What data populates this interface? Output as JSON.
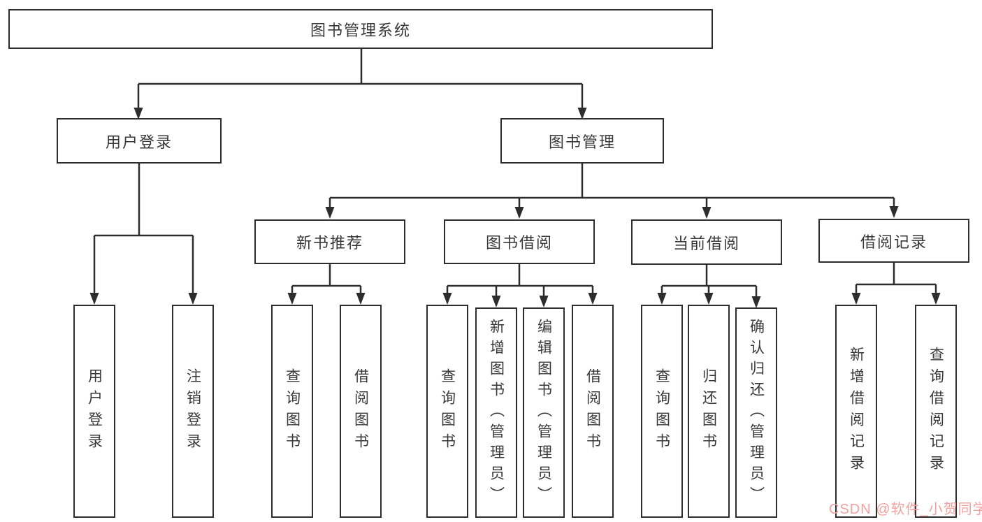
{
  "diagram": {
    "root": {
      "label": "图书管理系统"
    },
    "level2": [
      {
        "label": "用户登录"
      },
      {
        "label": "图书管理"
      }
    ],
    "level3": [
      {
        "label": "新书推荐"
      },
      {
        "label": "图书借阅"
      },
      {
        "label": "当前借阅"
      },
      {
        "label": "借阅记录"
      }
    ],
    "leaves": [
      {
        "label": "用户登录",
        "parent": "用户登录"
      },
      {
        "label": "注销登录",
        "parent": "用户登录"
      },
      {
        "label": "查询图书",
        "parent": "新书推荐"
      },
      {
        "label": "借阅图书",
        "parent": "新书推荐"
      },
      {
        "label": "查询图书",
        "parent": "图书借阅"
      },
      {
        "label": "新增图书（管理员）",
        "parent": "图书借阅"
      },
      {
        "label": "编辑图书（管理员）",
        "parent": "图书借阅"
      },
      {
        "label": "借阅图书",
        "parent": "图书借阅"
      },
      {
        "label": "查询图书",
        "parent": "当前借阅"
      },
      {
        "label": "归还图书",
        "parent": "当前借阅"
      },
      {
        "label": "确认归还（管理员）",
        "parent": "当前借阅"
      },
      {
        "label": "新增借阅记录",
        "parent": "借阅记录"
      },
      {
        "label": "查询借阅记录",
        "parent": "借阅记录"
      }
    ]
  },
  "watermark": {
    "text": "CSDN @软件_小贺同学",
    "color": "#f2a29e"
  },
  "colors": {
    "line": "#2d2d2d",
    "box_border": "#2d2d2d",
    "text": "#383838",
    "background": "#ffffff"
  }
}
